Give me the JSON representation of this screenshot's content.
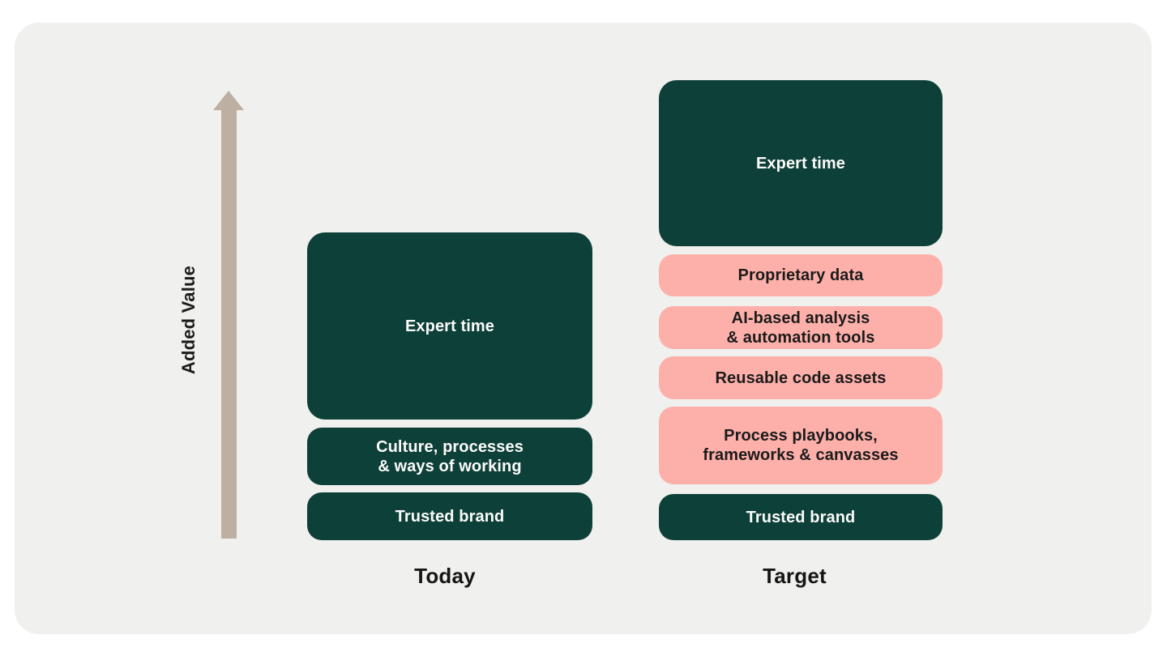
{
  "colors": {
    "card_background": "#f0f0ee",
    "green_block": "#0d4038",
    "pink_block": "#fdb0aa",
    "arrow": "#bdafa1",
    "light_text": "#fbfbf9",
    "dark_text": "#1b1b1b"
  },
  "axis": {
    "label": "Added Value"
  },
  "columns": [
    {
      "label": "Today",
      "blocks": [
        {
          "text": "Expert time"
        },
        {
          "text": "Culture, processes\n& ways of working"
        },
        {
          "text": "Trusted brand"
        }
      ]
    },
    {
      "label": "Target",
      "blocks": [
        {
          "text": "Expert time"
        },
        {
          "text": "Proprietary data"
        },
        {
          "text": "AI-based analysis\n& automation tools"
        },
        {
          "text": "Reusable code assets"
        },
        {
          "text": "Process playbooks,\nframeworks & canvasses"
        },
        {
          "text": "Trusted brand"
        }
      ]
    }
  ]
}
